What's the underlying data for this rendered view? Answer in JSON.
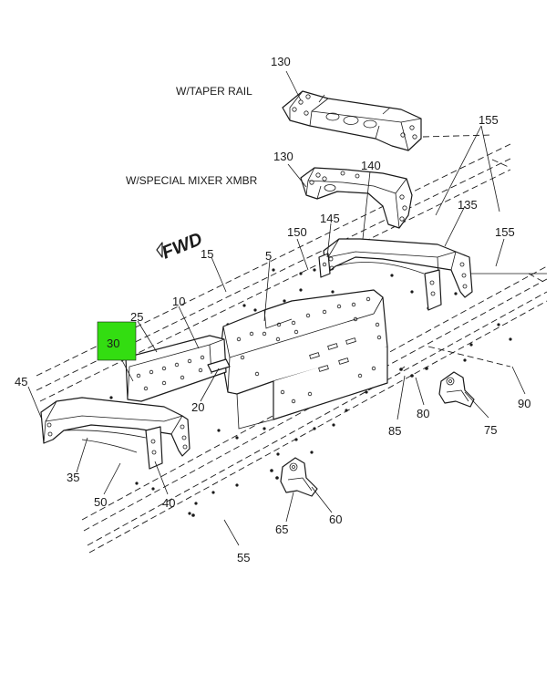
{
  "captions": {
    "taper_rail": "W/TAPER RAIL",
    "special_mixer": "W/SPECIAL MIXER XMBR"
  },
  "fwd_label": "FWD",
  "callouts": {
    "c130a": "130",
    "c155a": "155",
    "c130b": "130",
    "c140": "140",
    "c135": "135",
    "c145": "145",
    "c150": "150",
    "c155b": "155",
    "c15": "15",
    "c5": "5",
    "c10": "10",
    "c25": "25",
    "c30": "30",
    "c45": "45",
    "c20": "20",
    "c90": "90",
    "c85": "85",
    "c80": "80",
    "c75": "75",
    "c35": "35",
    "c50": "50",
    "c40": "40",
    "c60": "60",
    "c65": "65",
    "c55": "55"
  },
  "highlight": {
    "part": "30",
    "color": "#33dd11"
  }
}
